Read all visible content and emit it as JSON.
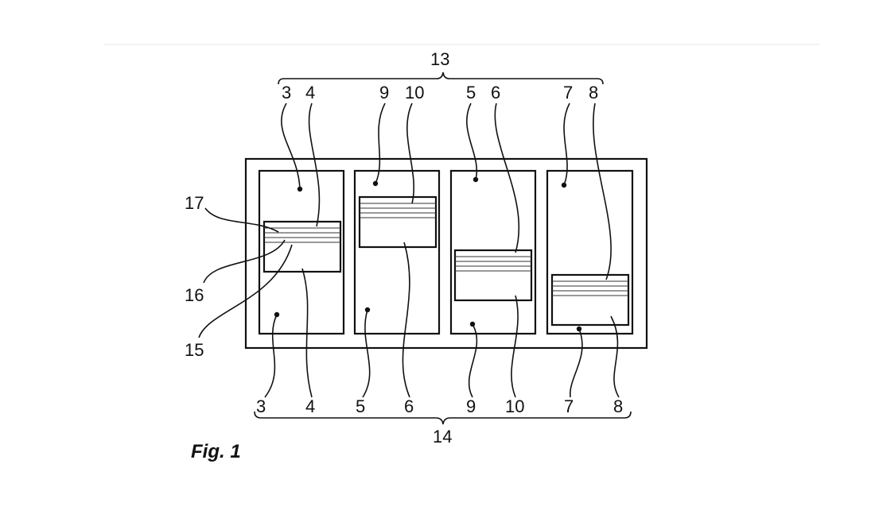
{
  "figure": {
    "caption": "Fig. 1",
    "top_brace_label": "13",
    "bottom_brace_label": "14",
    "top_labels": [
      "3",
      "4",
      "9",
      "10",
      "5",
      "6",
      "7",
      "8"
    ],
    "bottom_labels": [
      "3",
      "4",
      "5",
      "6",
      "9",
      "10",
      "7",
      "8"
    ],
    "side_labels": [
      "17",
      "16",
      "15"
    ]
  }
}
